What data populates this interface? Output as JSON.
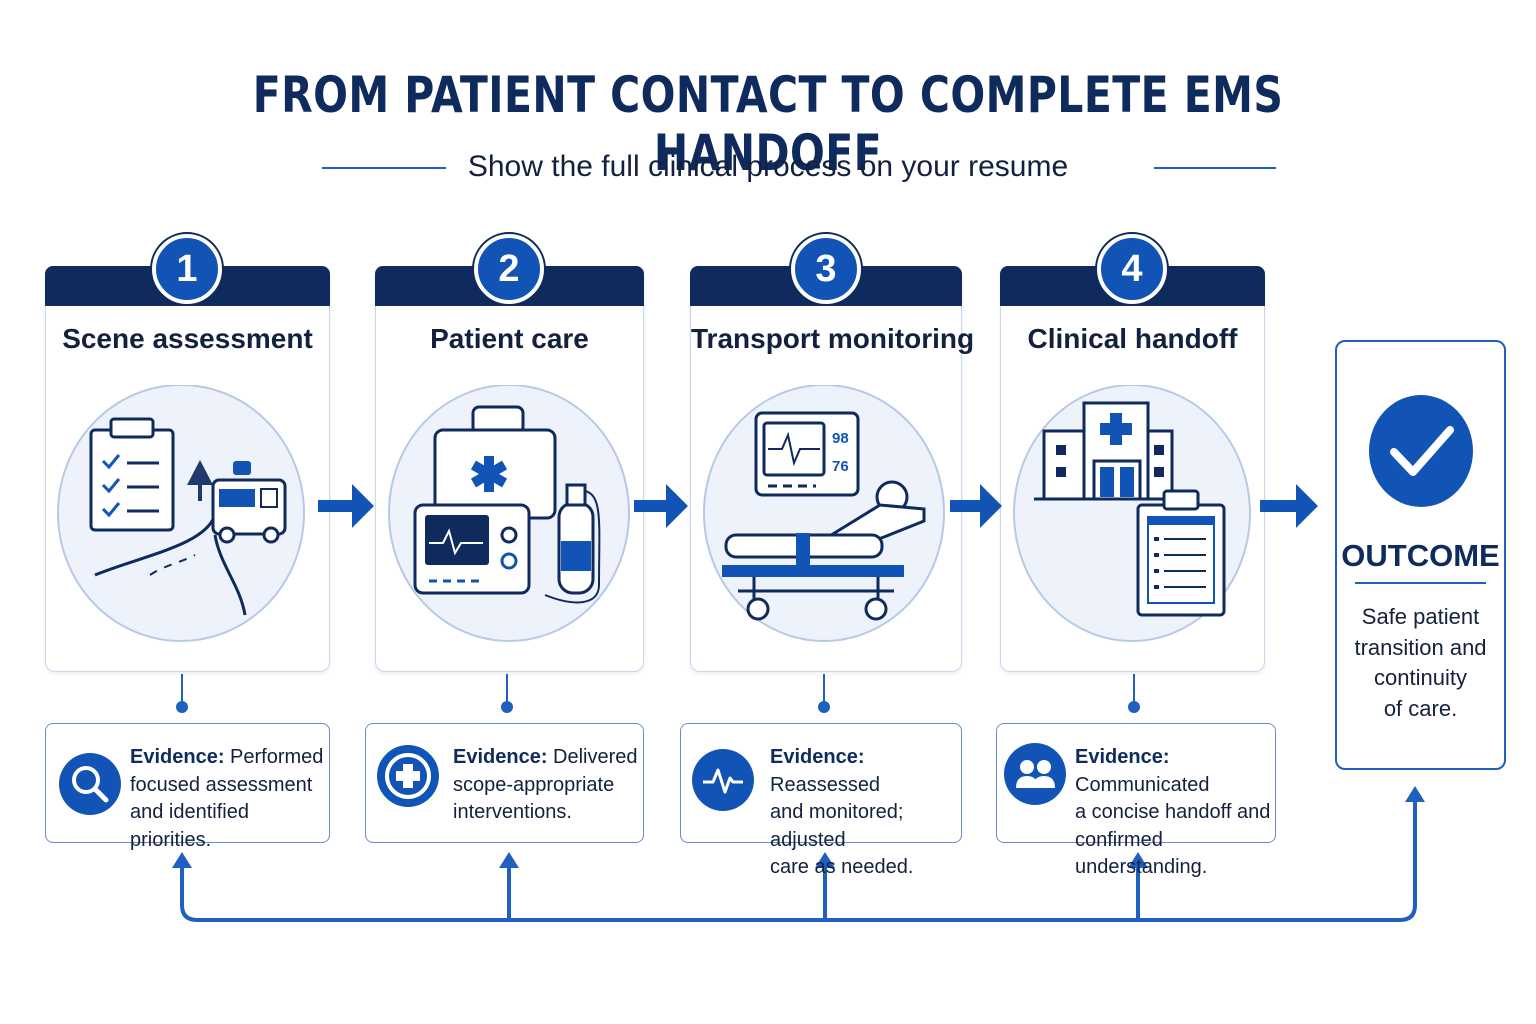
{
  "header": {
    "title": "FROM PATIENT CONTACT TO COMPLETE EMS HANDOFF",
    "subtitle": "Show the full clinical process on your resume"
  },
  "steps": [
    {
      "number": "1",
      "title": "Scene assessment",
      "evidence_label": "Evidence:",
      "evidence_lines": [
        "Performed",
        "focused assessment",
        "and identified priorities."
      ]
    },
    {
      "number": "2",
      "title": "Patient care",
      "evidence_label": "Evidence:",
      "evidence_lines": [
        "Delivered",
        "scope-appropriate",
        "interventions."
      ]
    },
    {
      "number": "3",
      "title": "Transport monitoring",
      "evidence_label": "Evidence:",
      "evidence_lines": [
        "Reassessed",
        "and monitored; adjusted",
        "care as needed."
      ],
      "monitor_values": [
        "98",
        "76"
      ]
    },
    {
      "number": "4",
      "title": "Clinical handoff",
      "evidence_label": "Evidence:",
      "evidence_lines": [
        "Communicated",
        "a concise handoff and",
        "confirmed understanding."
      ]
    }
  ],
  "outcome": {
    "title": "OUTCOME",
    "lines": [
      "Safe patient",
      "transition and",
      "continuity",
      "of care."
    ]
  },
  "colors": {
    "navy": "#0f2a5c",
    "blue": "#1254b6",
    "light": "#eef3fb"
  }
}
